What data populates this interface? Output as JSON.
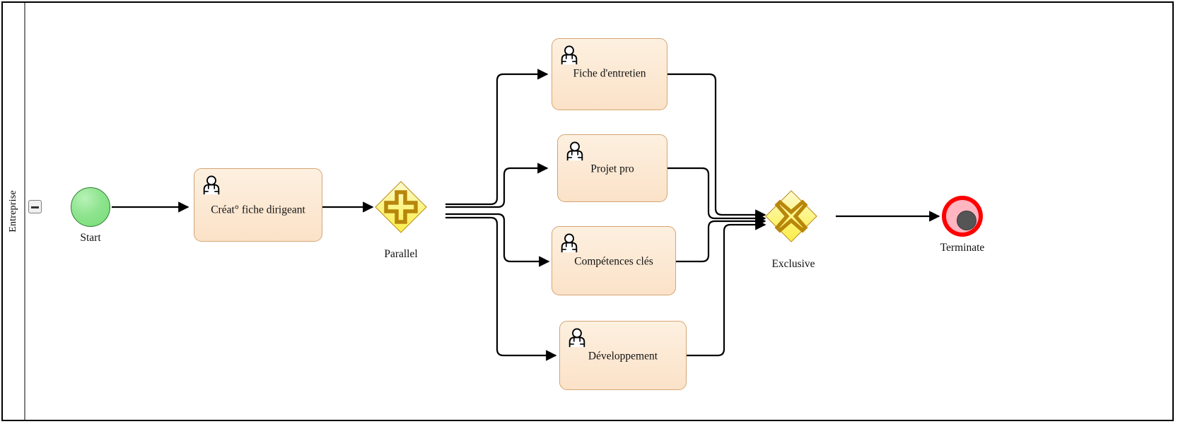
{
  "pool": {
    "lane_label": "Entreprise",
    "collapse_icon": "minus-icon"
  },
  "colors": {
    "task_fill": "#fbe2c8",
    "task_border": "#d4a574",
    "gateway_fill": "#fcf47e",
    "gateway_border": "#b8860b",
    "gateway_mark": "#b8860b",
    "start_fill": "#8fe48f",
    "start_border": "#2e7d32",
    "end_ring": "#ff0000",
    "end_fill": "#ffb6c1",
    "end_inner": "#555555",
    "flow_stroke": "#000000",
    "pool_border": "#000000",
    "lane_divider": "#808080"
  },
  "nodes": {
    "start": {
      "label": "Start",
      "type": "start-event"
    },
    "task_creation": {
      "label": "Créat° fiche dirigeant",
      "type": "user-task",
      "icon": "user-icon"
    },
    "gateway_parallel": {
      "label": "Parallel",
      "type": "parallel-gateway",
      "marker": "plus-icon"
    },
    "task_fiche": {
      "label": "Fiche d'entretien",
      "type": "user-task",
      "icon": "user-icon"
    },
    "task_projet": {
      "label": "Projet pro",
      "type": "user-task",
      "icon": "user-icon"
    },
    "task_competences": {
      "label": "Compétences clés",
      "type": "user-task",
      "icon": "user-icon"
    },
    "task_developpement": {
      "label": "Développement",
      "type": "user-task",
      "icon": "user-icon"
    },
    "gateway_exclusive": {
      "label": "Exclusive",
      "type": "exclusive-gateway",
      "marker": "x-icon"
    },
    "end": {
      "label": "Terminate",
      "type": "terminate-end-event"
    }
  },
  "flows": [
    {
      "from": "start",
      "to": "task_creation"
    },
    {
      "from": "task_creation",
      "to": "gateway_parallel"
    },
    {
      "from": "gateway_parallel",
      "to": "task_fiche"
    },
    {
      "from": "gateway_parallel",
      "to": "task_projet"
    },
    {
      "from": "gateway_parallel",
      "to": "task_competences"
    },
    {
      "from": "gateway_parallel",
      "to": "task_developpement"
    },
    {
      "from": "task_fiche",
      "to": "gateway_exclusive"
    },
    {
      "from": "task_projet",
      "to": "gateway_exclusive"
    },
    {
      "from": "task_competences",
      "to": "gateway_exclusive"
    },
    {
      "from": "task_developpement",
      "to": "gateway_exclusive"
    },
    {
      "from": "gateway_exclusive",
      "to": "end"
    }
  ]
}
